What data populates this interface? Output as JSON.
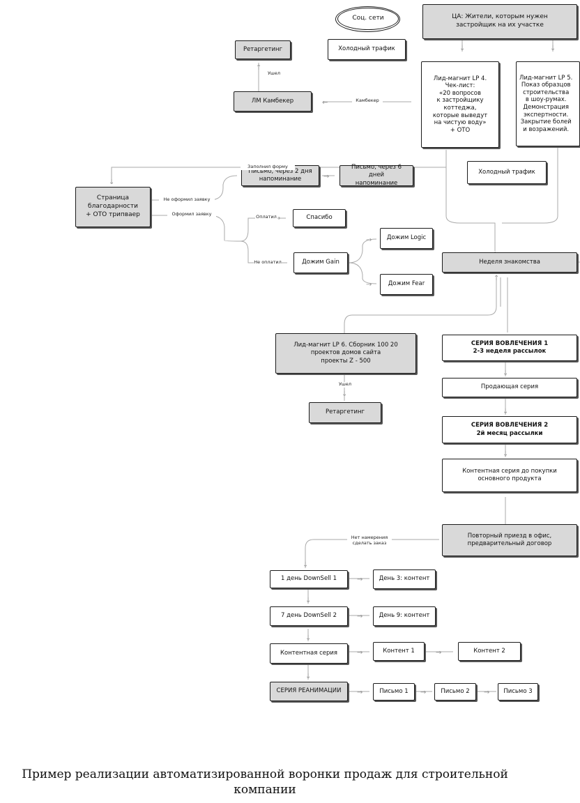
{
  "nodes": {
    "soc_seti": "Соц. сети",
    "ca": "ЦА: Жители, которым нужен\nзастройщик на их участке",
    "retarget1": "Ретаргетинг",
    "cold1": "Холодный трафик",
    "lm4": "Лид-магнит LP 4.\nЧек-лист:\n«20 вопросов\nк застройщику\nкоттеджа,\nкоторые выведут\nна чистую воду»\n+ OTO",
    "lm5": "Лид-магнит LP 5.\nПоказ образцов\nстроительства\nв шоу-румах.\nДемонстрация\nэкспертности.\nЗакрытие болей\nи возражений.",
    "lm_kambeker": "ЛМ Камбекер",
    "cold2": "Холодный трафик",
    "thanks_page": "Страница\nблагодарности\n+ OTO трипваер",
    "letter2": "Письмо, через 2 дня\nнапоминание",
    "letter6": "Письмо, через 6 дней\nнапоминание",
    "spasibo": "Спасибо",
    "dozhim_logic": "Дожим Logic",
    "dozhim_gain": "Дожим Gain",
    "dozhim_fear": "Дожим Fear",
    "nedelya": "Неделя знакомства",
    "lm6": "Лид-магнит LP 6. Сборник 100 20\nпроектов домов сайта\nпроекты Z - 500",
    "seria1": "СЕРИЯ ВОВЛЕЧЕНИЯ 1\n2-3 неделя рассылок",
    "prodayushaya": "Продающая серия",
    "retarget2": "Ретаргетинг",
    "seria2": "СЕРИЯ ВОВЛЕЧЕНИЯ 2\n2й месяц рассылки",
    "kontent_seria_do": "Контентная серия до покупки\nосновного продукта",
    "povtorny": "Повторный приезд в офис,\nпредварительный договор",
    "downsell1": "1 день DownSell 1",
    "den3": "День 3: контент",
    "downsell2": "7 день DownSell 2",
    "den9": "День 9: контент",
    "kontent_seria": "Контентная серия",
    "kontent1": "Контент 1",
    "kontent2": "Контент 2",
    "reanimacii": "СЕРИЯ РЕАНИМАЦИИ",
    "pismo1": "Письмо 1",
    "pismo2": "Письмо 2",
    "pismo3": "Письмо 3"
  },
  "edge_labels": {
    "ushel1": "Ушел",
    "kambeker": "Камбекер",
    "zapolnil": "Заполнил форму",
    "ne_oformil": "Не оформил заявку",
    "oformil": "Оформил заявку",
    "oplatil": "Оплатил",
    "ne_oplatil": "Не оплатил",
    "ushel2": "Ушел",
    "net_namereniya": "Нет намерения\nсделать заказ"
  },
  "caption": "Пример реализации автоматизированной воронки продаж для строительной\nкомпании"
}
